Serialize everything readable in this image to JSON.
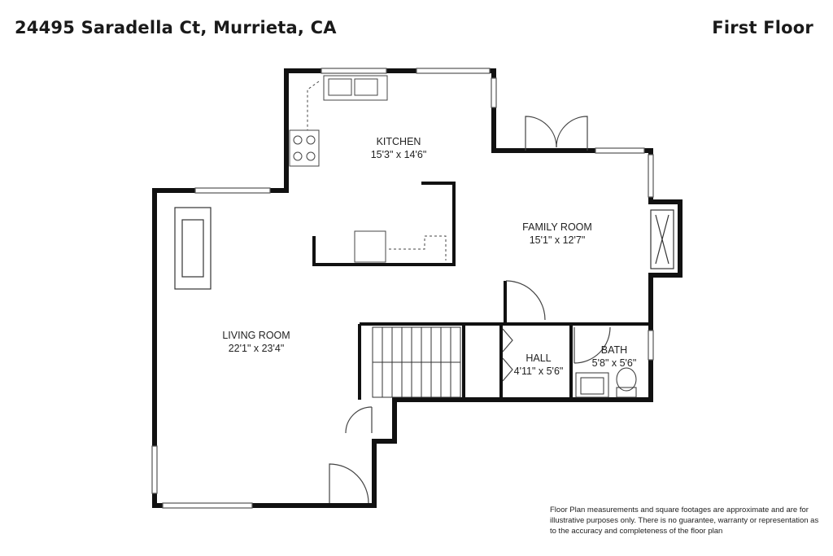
{
  "header": {
    "address": "24495 Saradella Ct, Murrieta, CA",
    "floor": "First Floor"
  },
  "rooms": {
    "kitchen": {
      "name": "KITCHEN",
      "dims": "15'3\" x 14'6\""
    },
    "family_room": {
      "name": "FAMILY ROOM",
      "dims": "15'1\" x 12'7\""
    },
    "living_room": {
      "name": "LIVING ROOM",
      "dims": "22'1\" x 23'4\""
    },
    "hall": {
      "name": "HALL",
      "dims": "4'11\" x 5'6\""
    },
    "bath": {
      "name": "BATH",
      "dims": "5'8\" x 5'6\""
    }
  },
  "disclaimer": "Floor Plan measurements and square footages are approximate and are for illustrative purposes only. There is no guarantee, warranty or representation as to the accuracy and completeness of the floor plan"
}
